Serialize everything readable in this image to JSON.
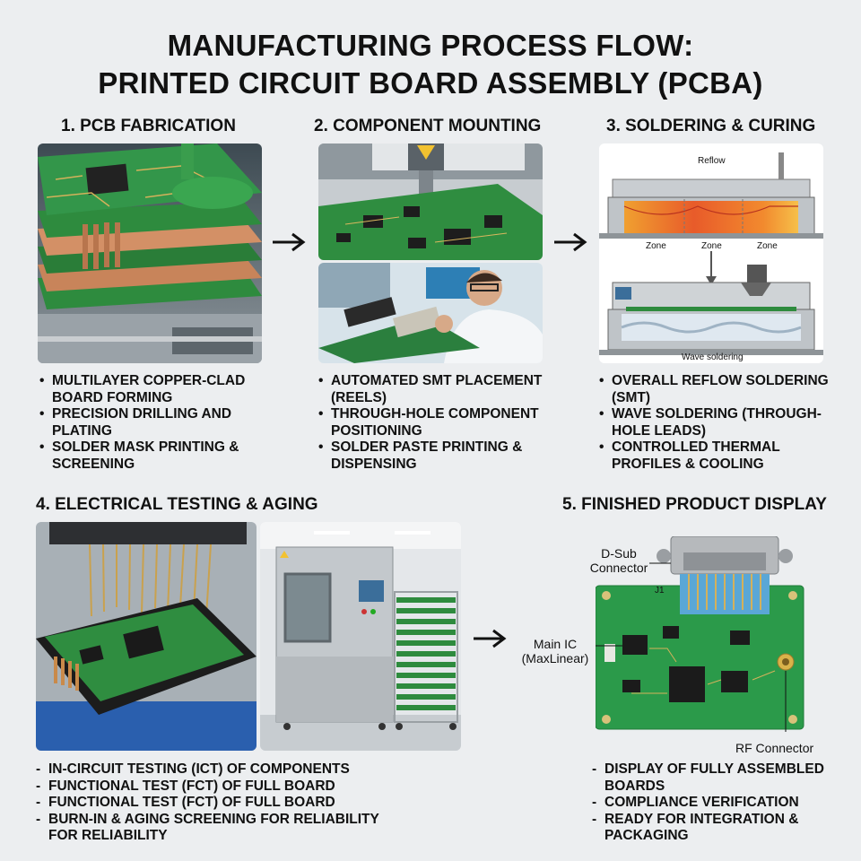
{
  "title": {
    "line1": "MANUFACTURING PROCESS FLOW:",
    "line2": "PRINTED CIRCUIT BOARD ASSEMBLY (PCBA)"
  },
  "steps": [
    {
      "heading": "1. PCB FABRICATION",
      "bullets": [
        "MULTILAYER COPPER-CLAD BOARD FORMING",
        "PRECISION DRILLING AND PLATING",
        "SOLDER MASK PRINTING & SCREENING"
      ]
    },
    {
      "heading": "2. COMPONENT MOUNTING",
      "bullets": [
        "AUTOMATED SMT PLACEMENT (REELS)",
        "THROUGH-HOLE COMPONENT POSITIONING",
        "SOLDER PASTE PRINTING & DISPENSING"
      ]
    },
    {
      "heading": "3. SOLDERING & CURING",
      "bullets": [
        "OVERALL REFLOW SOLDERING (SMT)",
        "WAVE SOLDERING (THROUGH-HOLE LEADS)",
        "CONTROLLED THERMAL PROFILES & COOLING"
      ],
      "diagram": {
        "reflow_label": "Reflow",
        "zones": [
          "Zone",
          "Zone",
          "Zone"
        ],
        "wave_label": "Wave soldering"
      }
    },
    {
      "heading": "4. ELECTRICAL TESTING & AGING",
      "bullets": [
        "IN-CIRCUIT TESTING (ICT) OF COMPONENTS",
        "FUNCTIONAL TEST (FCT) OF FULL BOARD",
        "FUNCTIONAL TEST (FCT) OF FULL BOARD",
        "BURN-IN & AGING SCREENING FOR RELIABILITY FOR RELIABILITY"
      ]
    },
    {
      "heading": "5. FINISHED PRODUCT DISPLAY",
      "bullets": [
        "DISPLAY OF FULLY ASSEMBLED BOARDS",
        "COMPLIANCE VERIFICATION",
        "READY FOR INTEGRATION & PACKAGING"
      ],
      "callouts": {
        "dsub": "D-Sub Connector",
        "main_ic_1": "Main IC",
        "main_ic_2": "(MaxLinear)",
        "rf": "RF Connector",
        "j1": "J1"
      }
    }
  ],
  "colors": {
    "background": "#eceef0",
    "pcb_green": "#2e8b3e",
    "copper": "#c8845a",
    "steel": "#b9bec4"
  }
}
